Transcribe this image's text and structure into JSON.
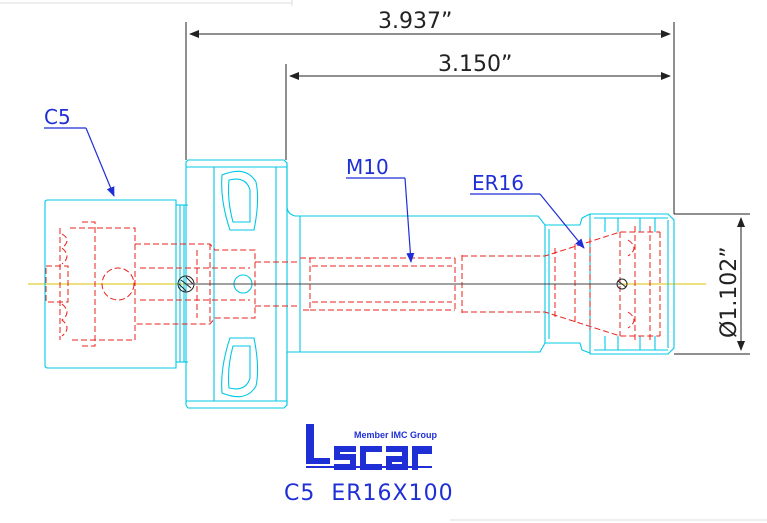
{
  "dimensions": {
    "overall_length": "3.937”",
    "gauge_length": "3.150”",
    "diameter": "Ø1.102”"
  },
  "labels": {
    "shank": "C5",
    "thread": "M10",
    "collet": "ER16"
  },
  "logo": {
    "tagline": "Member IMC Group",
    "brand": "iscar"
  },
  "caption": "C5  ER16X100",
  "colors": {
    "body": "#00c8e6",
    "hidden": "#e8201c",
    "center": "#d8c000",
    "dimension": "#222222",
    "label": "#1f2fd6"
  }
}
